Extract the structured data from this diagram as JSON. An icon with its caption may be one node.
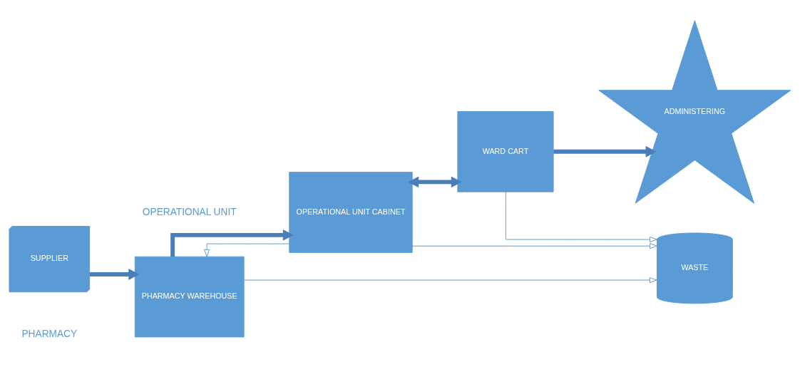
{
  "diagram": {
    "nodes": [
      {
        "text": [
          "SUPPLIER"
        ]
      },
      {
        "text": [
          "PHARMACY WAREHOUSE"
        ]
      },
      {
        "text": [
          "OPERATIONAL UNIT CABINET"
        ]
      },
      {
        "text": [
          "WARD CART"
        ]
      },
      {
        "text": [
          "WASTE"
        ]
      },
      {
        "text": [
          "ADMINISTERING"
        ]
      }
    ],
    "edges": [
      {
        "from": 0,
        "to": 1,
        "arrow": "to",
        "style": "thick",
        "color": "#4a7ebb"
      },
      {
        "from": 1,
        "to": 2,
        "arrow": "to",
        "style": "thick",
        "color": "#4a7ebb"
      },
      {
        "from": 2,
        "to": 3,
        "arrow": "both",
        "style": "thick",
        "color": "#4a7ebb"
      },
      {
        "from": 2,
        "to": 1,
        "arrow": "to"
      },
      {
        "from": 3,
        "to": 5,
        "arrow": "to",
        "style": "thick",
        "color": "#4a7ebb"
      },
      {
        "from": 1,
        "to": 4,
        "arrow": "to"
      },
      {
        "from": 2,
        "to": 4,
        "arrow": "to"
      },
      {
        "from": 3,
        "to": 4,
        "arrow": "to"
      }
    ],
    "labels": [
      "PHARMACY",
      "OPERATIONAL UNIT"
    ]
  }
}
